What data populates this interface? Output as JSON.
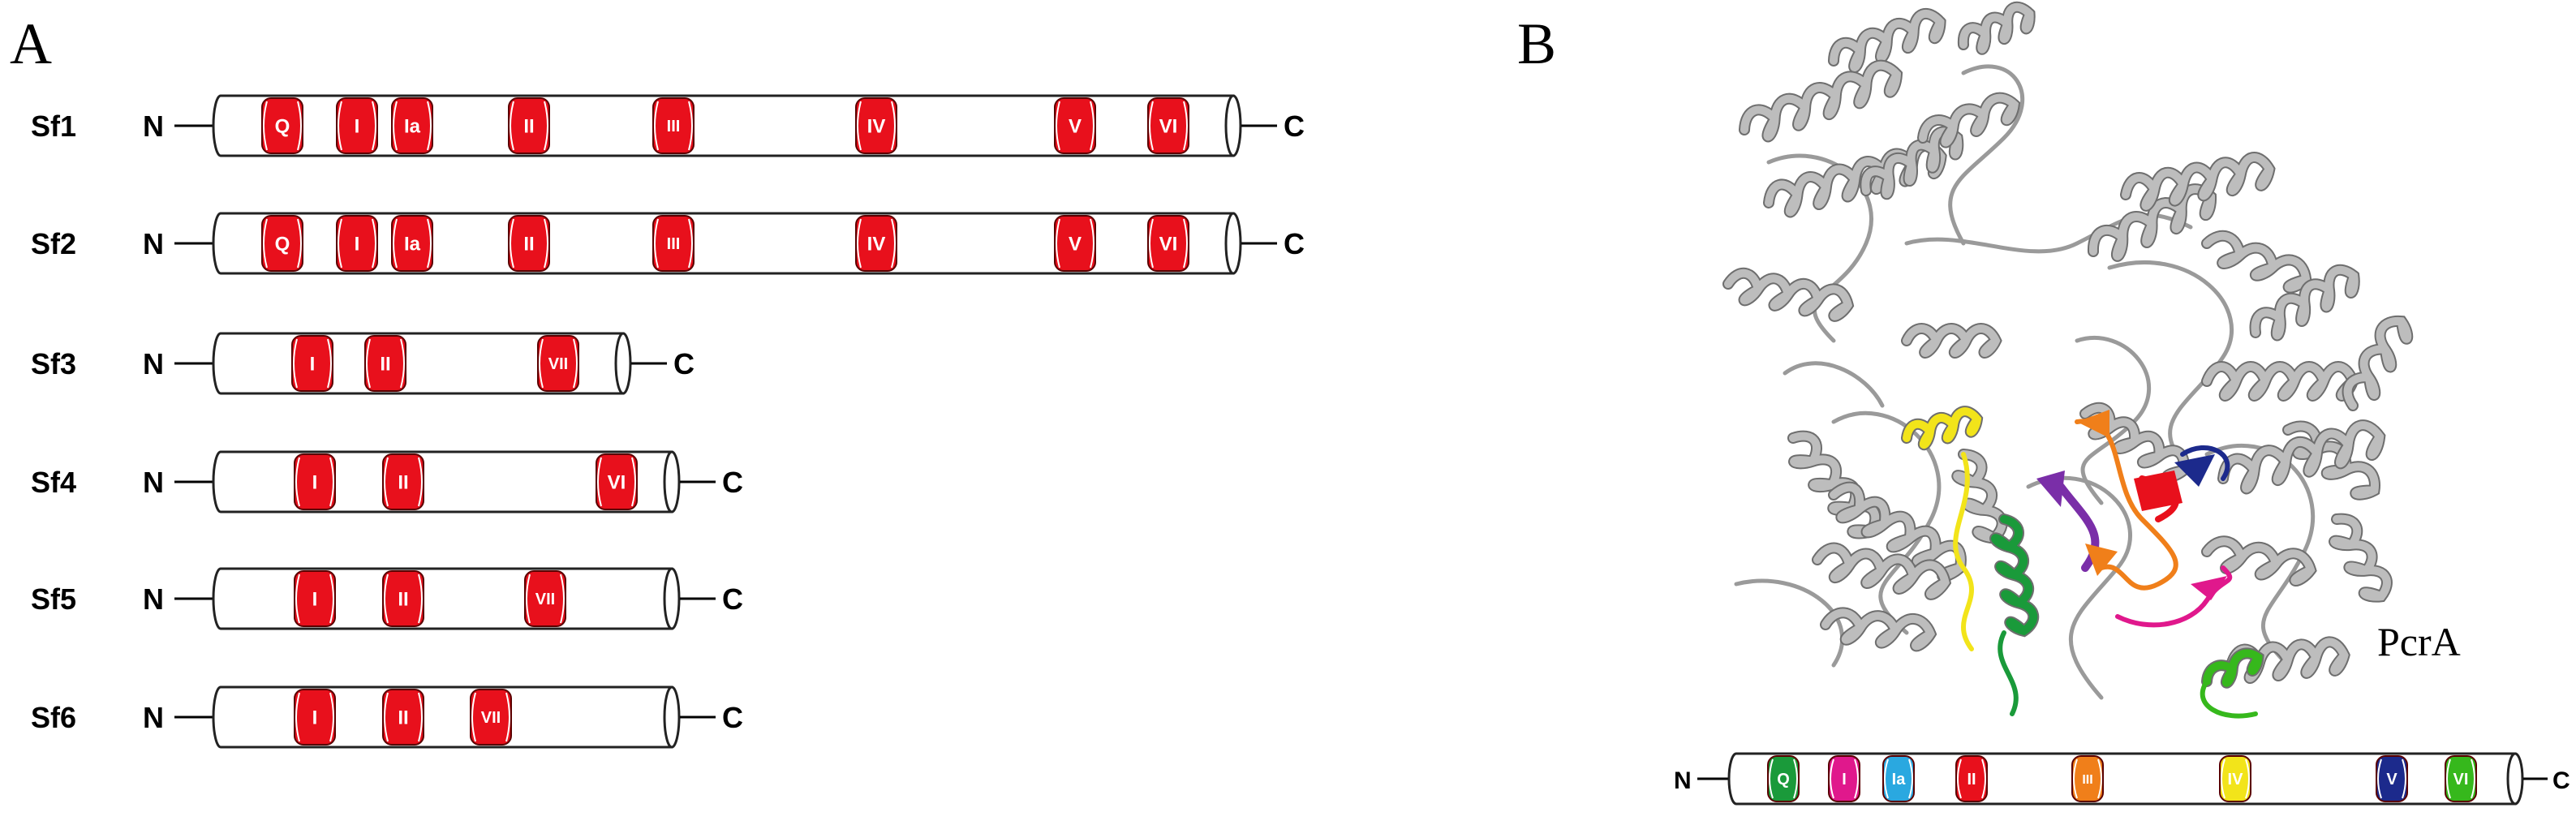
{
  "panels": {
    "a": "A",
    "b": "B"
  },
  "terminals": {
    "n": "N",
    "c": "C"
  },
  "colors": {
    "motif_red": "#e8101c",
    "ribbon_gray": "#bdbdbd",
    "outline": "#222222"
  },
  "families": [
    {
      "label": "Sf1",
      "motifs": [
        "Q",
        "I",
        "Ia",
        "II",
        "III",
        "IV",
        "V",
        "VI"
      ]
    },
    {
      "label": "Sf2",
      "motifs": [
        "Q",
        "I",
        "Ia",
        "II",
        "III",
        "IV",
        "V",
        "VI"
      ]
    },
    {
      "label": "Sf3",
      "motifs": [
        "I",
        "II",
        "VII"
      ]
    },
    {
      "label": "Sf4",
      "motifs": [
        "I",
        "II",
        "VI"
      ]
    },
    {
      "label": "Sf5",
      "motifs": [
        "I",
        "II",
        "VII"
      ]
    },
    {
      "label": "Sf6",
      "motifs": [
        "I",
        "II",
        "VII"
      ]
    }
  ],
  "structure": {
    "protein": "PcrA",
    "motifs": [
      {
        "label": "Q",
        "color": "#1a9a3a"
      },
      {
        "label": "I",
        "color": "#e0188c"
      },
      {
        "label": "Ia",
        "color": "#2aa8e0"
      },
      {
        "label": "II",
        "color": "#e8101c"
      },
      {
        "label": "III",
        "color": "#f07f1a"
      },
      {
        "label": "IV",
        "color": "#f2e41a"
      },
      {
        "label": "V",
        "color": "#1c2a8c"
      },
      {
        "label": "VI",
        "color": "#36b81c"
      }
    ]
  }
}
